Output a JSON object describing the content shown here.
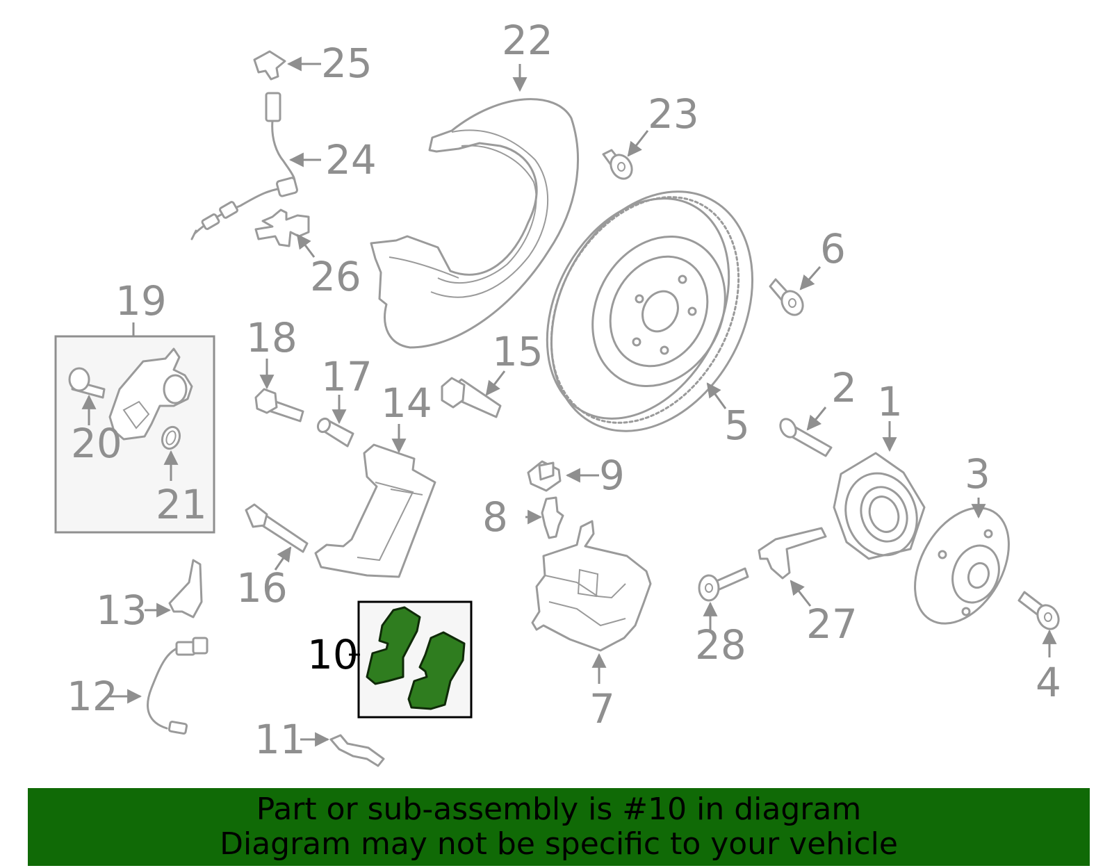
{
  "callouts": {
    "c1": "1",
    "c2": "2",
    "c3": "3",
    "c4": "4",
    "c5": "5",
    "c6": "6",
    "c7": "7",
    "c8": "8",
    "c9": "9",
    "c10": "10",
    "c11": "11",
    "c12": "12",
    "c13": "13",
    "c14": "14",
    "c15": "15",
    "c16": "16",
    "c17": "17",
    "c18": "18",
    "c19": "19",
    "c20": "20",
    "c21": "21",
    "c22": "22",
    "c23": "23",
    "c24": "24",
    "c25": "25",
    "c26": "26",
    "c27": "27",
    "c28": "28"
  },
  "banner": {
    "line1": "Part or sub-assembly is #10 in diagram",
    "line2": "Diagram may not be specific to your vehicle"
  },
  "colors": {
    "highlight_part": "#2f7d1f",
    "banner_background": "#106a06",
    "part_outline": "#9a9a9a"
  }
}
